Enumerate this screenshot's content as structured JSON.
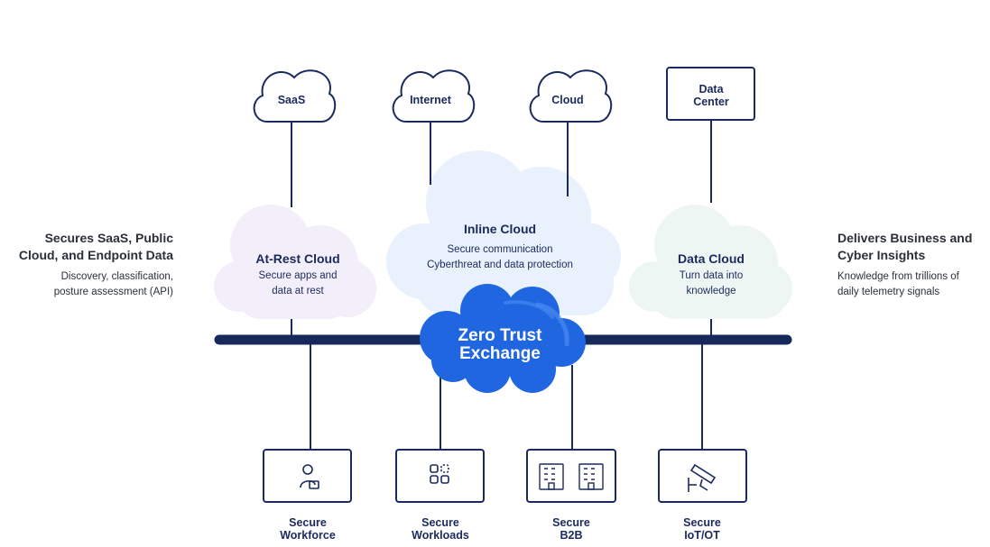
{
  "left_panel": {
    "title_lines": [
      "Secures SaaS, Public",
      "Cloud, and Endpoint Data"
    ],
    "desc_lines": [
      "Discovery, classification,",
      "posture assessment (API)"
    ]
  },
  "right_panel": {
    "title_lines": [
      "Delivers Business and",
      "Cyber Insights"
    ],
    "desc_lines": [
      "Knowledge from trillions of",
      "daily telemetry signals"
    ]
  },
  "top_nodes": [
    {
      "name": "saas",
      "label_lines": [
        "SaaS"
      ]
    },
    {
      "name": "internet",
      "label_lines": [
        "Internet"
      ]
    },
    {
      "name": "cloud",
      "label_lines": [
        "Cloud"
      ]
    },
    {
      "name": "data-center",
      "label_lines": [
        "Data",
        "Center"
      ]
    }
  ],
  "clouds": {
    "at_rest": {
      "title": "At-Rest Cloud",
      "desc_lines": [
        "Secure apps and",
        "data at rest"
      ]
    },
    "inline": {
      "title": "Inline Cloud",
      "desc_lines": [
        "Secure communication",
        "Cyberthreat and data protection"
      ]
    },
    "data": {
      "title": "Data Cloud",
      "desc_lines": [
        "Turn data into",
        "knowledge"
      ]
    }
  },
  "hub": {
    "title_lines": [
      "Zero Trust",
      "Exchange"
    ]
  },
  "bottom_nodes": [
    {
      "name": "workforce",
      "icon": "user-laptop-icon",
      "label_lines": [
        "Secure",
        "Workforce"
      ]
    },
    {
      "name": "workloads",
      "icon": "workloads-grid-icon",
      "label_lines": [
        "Secure",
        "Workloads"
      ]
    },
    {
      "name": "b2b",
      "icon": "buildings-icon",
      "label_lines": [
        "Secure",
        "B2B"
      ]
    },
    {
      "name": "iot",
      "icon": "camera-icon",
      "label_lines": [
        "Secure",
        "IoT/OT"
      ]
    }
  ],
  "colors": {
    "navy": "#1b2a5e",
    "bus": "#16295a",
    "hub_blue": "#1f66e0",
    "at_rest_fill": "#f3effa",
    "inline_fill": "#e9f1fc",
    "data_fill": "#eef6f3"
  }
}
